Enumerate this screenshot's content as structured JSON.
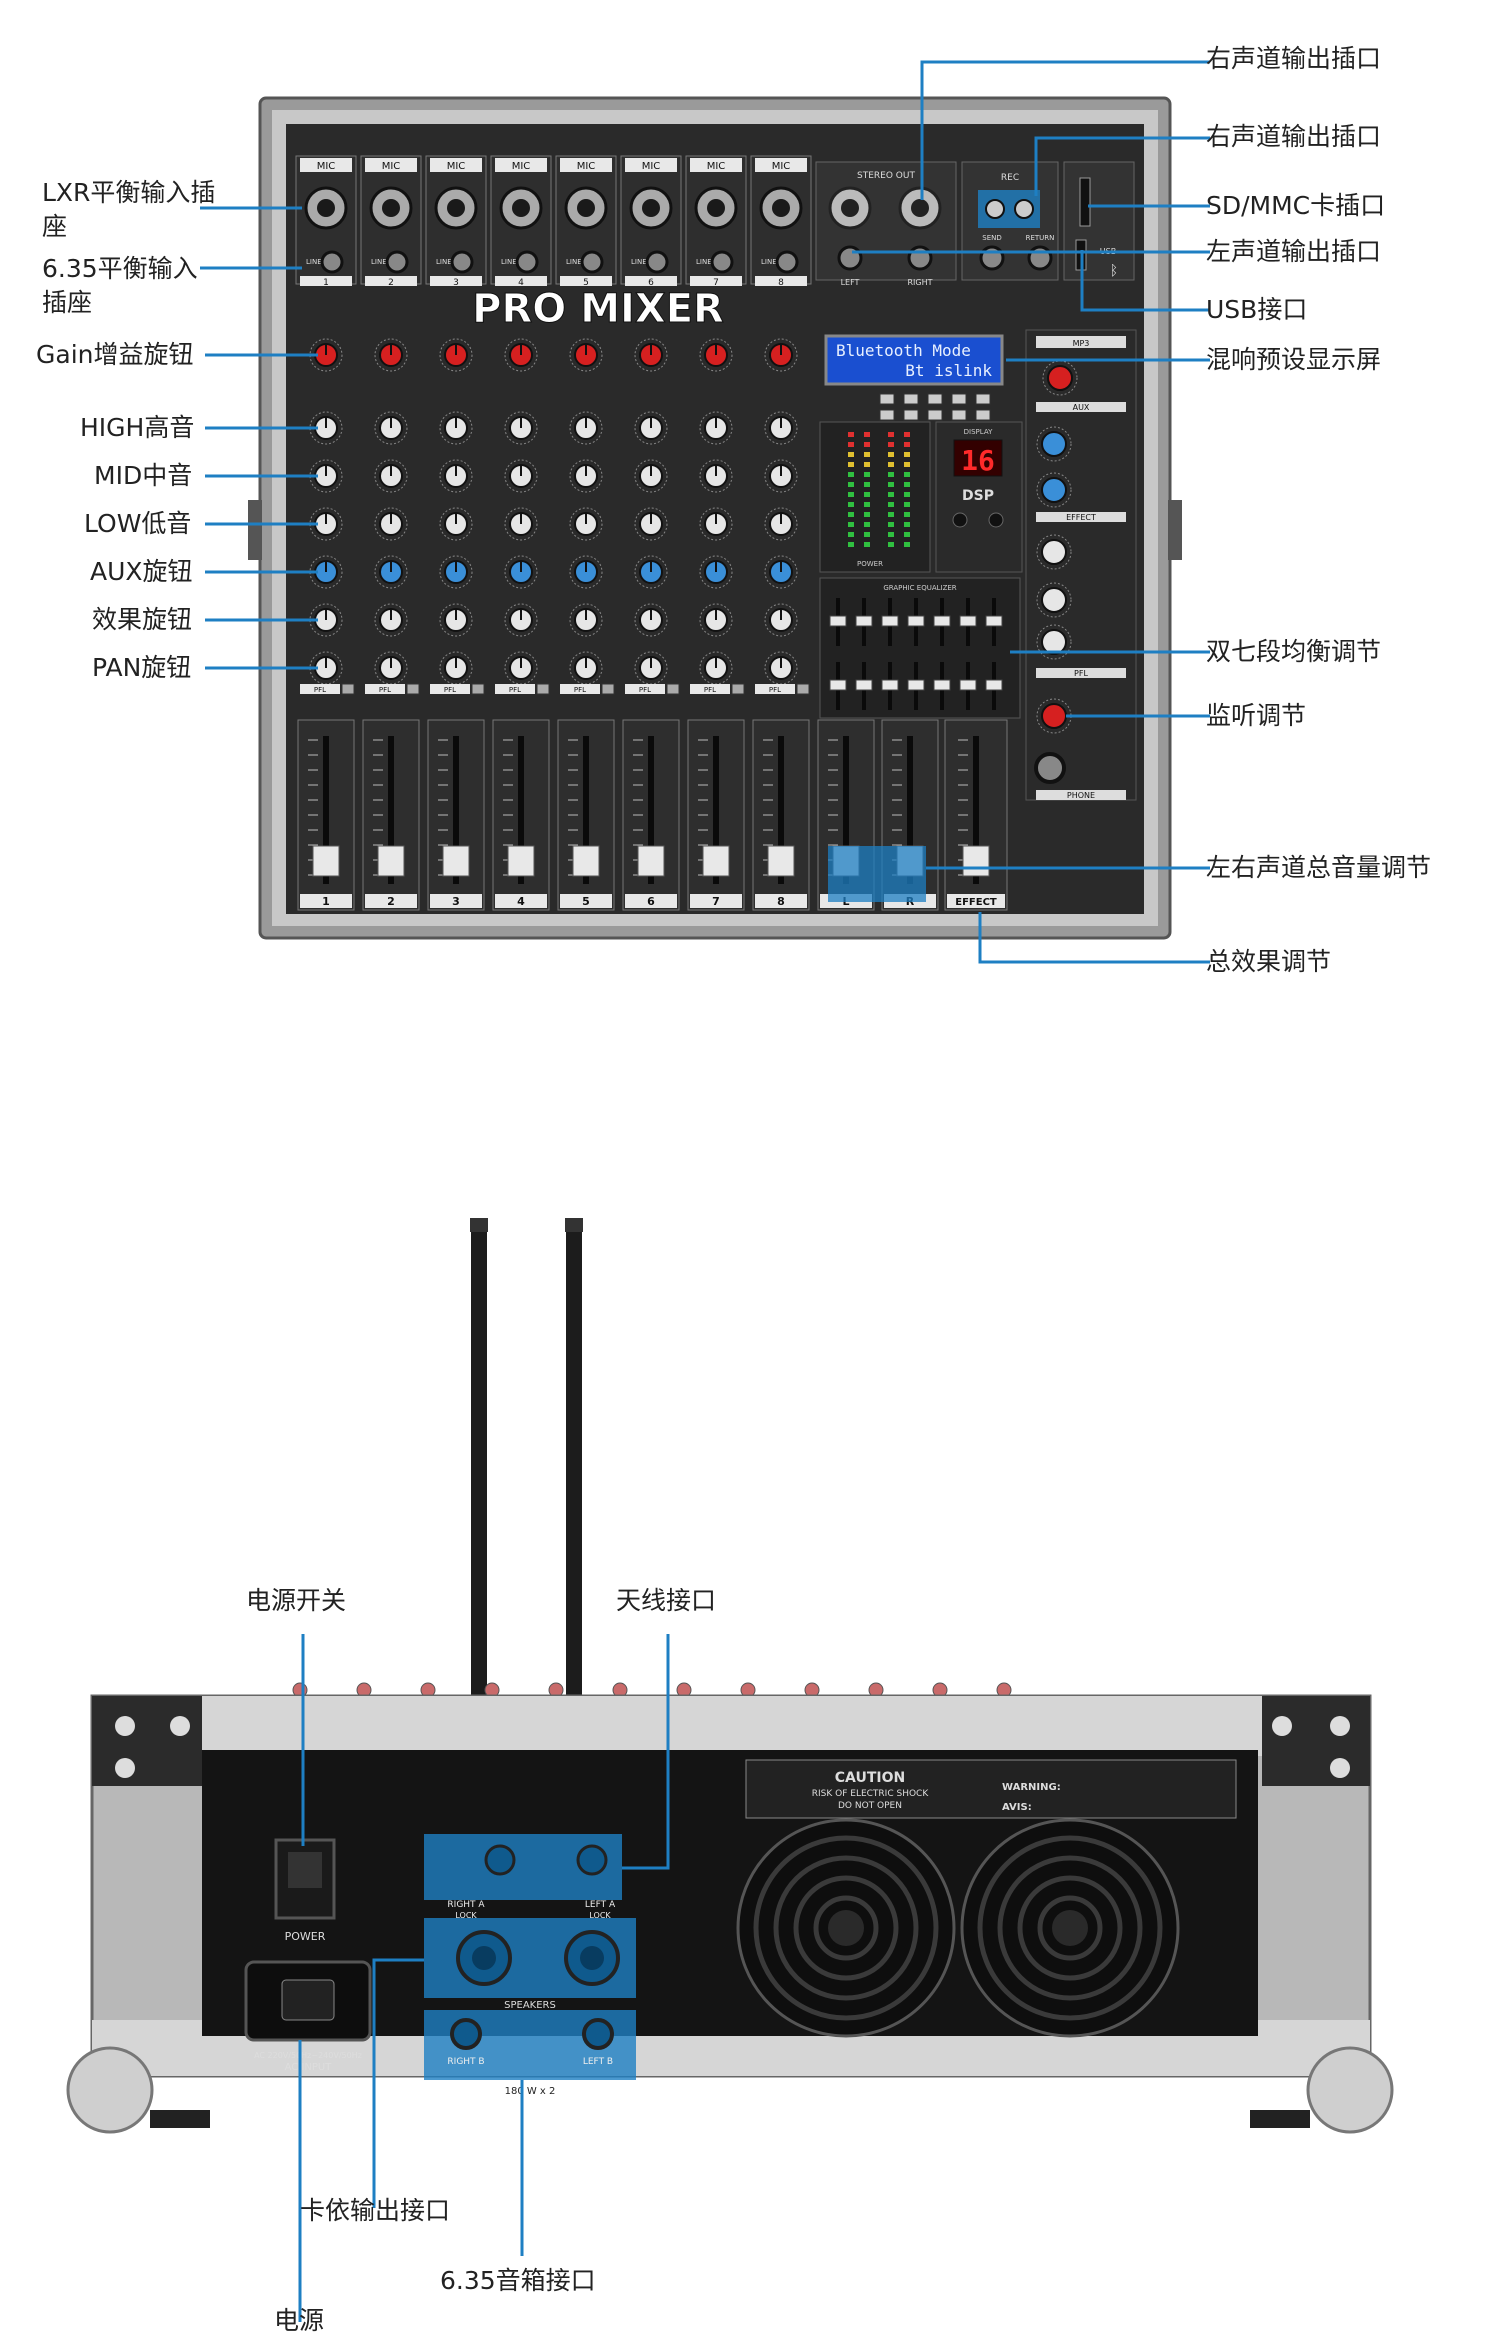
{
  "mixer": {
    "brand": "PRO MIXER",
    "channels": [
      "1",
      "2",
      "3",
      "4",
      "5",
      "6",
      "7",
      "8"
    ],
    "mic_label": "MIC",
    "line_label": "LINE",
    "stereo_out": "STEREO OUT",
    "left": "LEFT",
    "right": "RIGHT",
    "rec": "REC",
    "send": "SEND",
    "return": "RETURN",
    "usb": "USB",
    "graphic_eq": "GRAPHIC EQUALIZER",
    "display": "DISPLAY",
    "display_value": "16",
    "dsp": "DSP",
    "power": "POWER",
    "lcd_line1": "Bluetooth Mode",
    "lcd_line2": "Bt islink",
    "mp3": "MP3",
    "aux": "AUX",
    "effect": "EFFECT",
    "phone": "PHONE",
    "pfl": "PFL",
    "fader_labels": [
      "1",
      "2",
      "3",
      "4",
      "5",
      "6",
      "7",
      "8",
      "L",
      "R",
      "EFFECT"
    ]
  },
  "front_labels": {
    "lxr": "LXR平衡输入插座",
    "jack635": "6.35平衡输入插座",
    "gain": "Gain增益旋钮",
    "high": "HIGH高音",
    "mid": "MID中音",
    "low": "LOW低音",
    "aux": "AUX旋钮",
    "effect_knob": "效果旋钮",
    "pan": "PAN旋钮",
    "right_out_1": "右声道输出插口",
    "right_out_2": "右声道输出插口",
    "sd": "SD/MMC卡插口",
    "left_out": "左声道输出插口",
    "usb": "USB接口",
    "lcd": "混响预设显示屏",
    "eq": "双七段均衡调节",
    "monitor": "监听调节",
    "lr_volume": "左右声道总音量调节",
    "total_effect": "总效果调节"
  },
  "rear_labels": {
    "power_switch": "电源开关",
    "antenna": "天线接口",
    "speakon": "卡依输出接口",
    "jack_speaker": "6.35音箱接口",
    "power": "电源"
  },
  "rear": {
    "power": "POWER",
    "right_a": "RIGHT A",
    "left_a": "LEFT A",
    "lock": "LOCK",
    "speakers": "SPEAKERS",
    "right_b": "RIGHT B",
    "left_b": "LEFT B",
    "watt": "180 W x 2",
    "ac_input": "AC INPUT",
    "ac_spec": "AC 220V/50Hz~240V/50Hz",
    "caution": "CAUTION",
    "shock": "RISK OF ELECTRIC SHOCK",
    "do_not_open": "DO NOT OPEN",
    "warning": "WARNING:",
    "avis": "AVIS:"
  }
}
